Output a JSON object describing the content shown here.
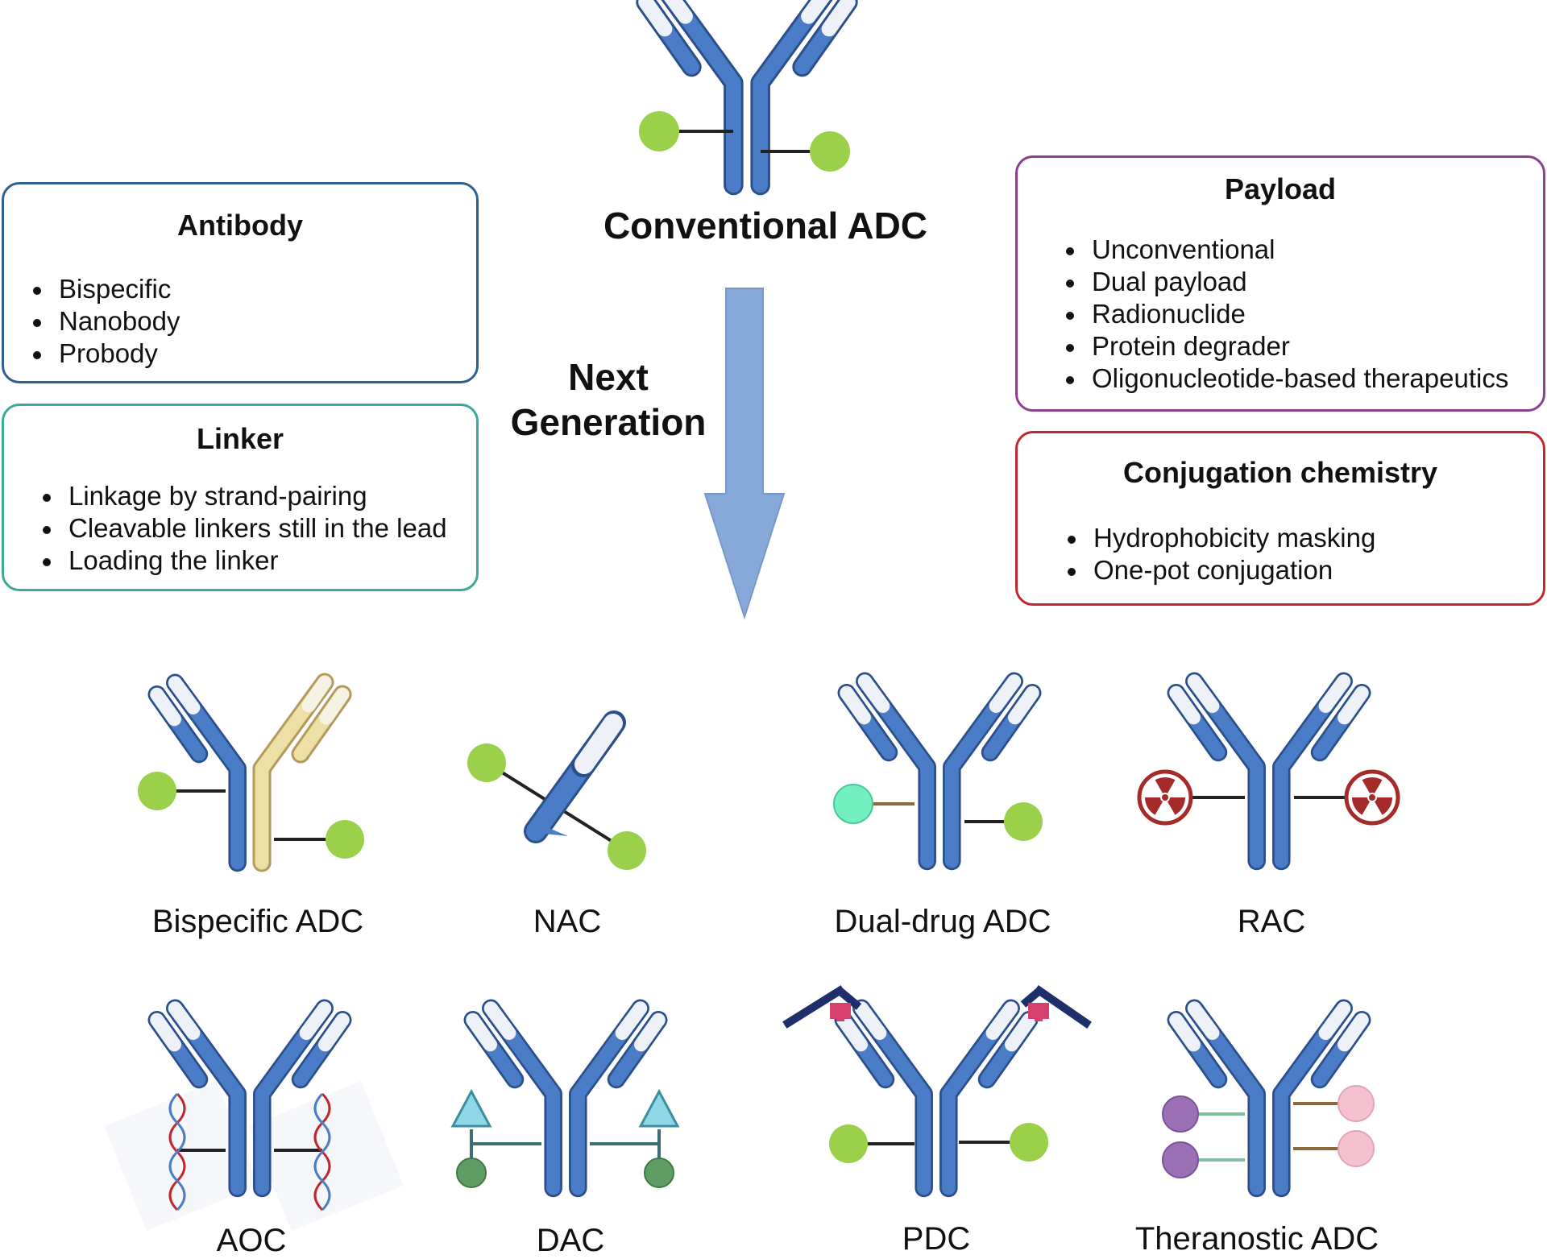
{
  "conventional": {
    "label": "Conventional ADC"
  },
  "arrow": {
    "label_line1": "Next",
    "label_line2": "Generation"
  },
  "cards": {
    "antibody": {
      "title": "Antibody",
      "items": [
        "Bispecific",
        "Nanobody",
        "Probody"
      ],
      "color": "#2f5f8e"
    },
    "linker": {
      "title": "Linker",
      "items": [
        "Linkage by strand-pairing",
        "Cleavable linkers still in the lead",
        "Loading the linker"
      ],
      "color": "#3aa999"
    },
    "payload": {
      "title": "Payload",
      "items": [
        "Unconventional",
        "Dual payload",
        "Radionuclide",
        "Protein degrader",
        "Oligonucleotide-based therapeutics"
      ],
      "color": "#8e3e8e"
    },
    "conjugation": {
      "title": "Conjugation chemistry",
      "items": [
        "Hydrophobicity masking",
        "One-pot conjugation"
      ],
      "color": "#c0282d"
    }
  },
  "formats": [
    {
      "label": "Bispecific ADC"
    },
    {
      "label": "NAC"
    },
    {
      "label": "Dual-drug ADC"
    },
    {
      "label": "RAC"
    },
    {
      "label": "AOC"
    },
    {
      "label": "DAC"
    },
    {
      "label": "PDC"
    },
    {
      "label": "Theranostic ADC"
    }
  ],
  "colors": {
    "antibody_blue": "#4a7cc7",
    "antibody_outline": "#2a4f8a",
    "light_chain_tip": "#eef2f8",
    "arrow": "#86a9d9",
    "payload_green": "#9bd04a",
    "bispecific_tan": "#eedfa6",
    "dual_payload_aqua": "#72f0c0",
    "radionuclide_red": "#a52a2a",
    "dac_triangle": "#8fd6e6",
    "dac_dark_green": "#5e9e63",
    "pdc_navy": "#1e2f6b",
    "pdc_pink": "#d5406e",
    "theranostic_purple": "#9c70b4",
    "theranostic_pink": "#f3c1cf"
  }
}
